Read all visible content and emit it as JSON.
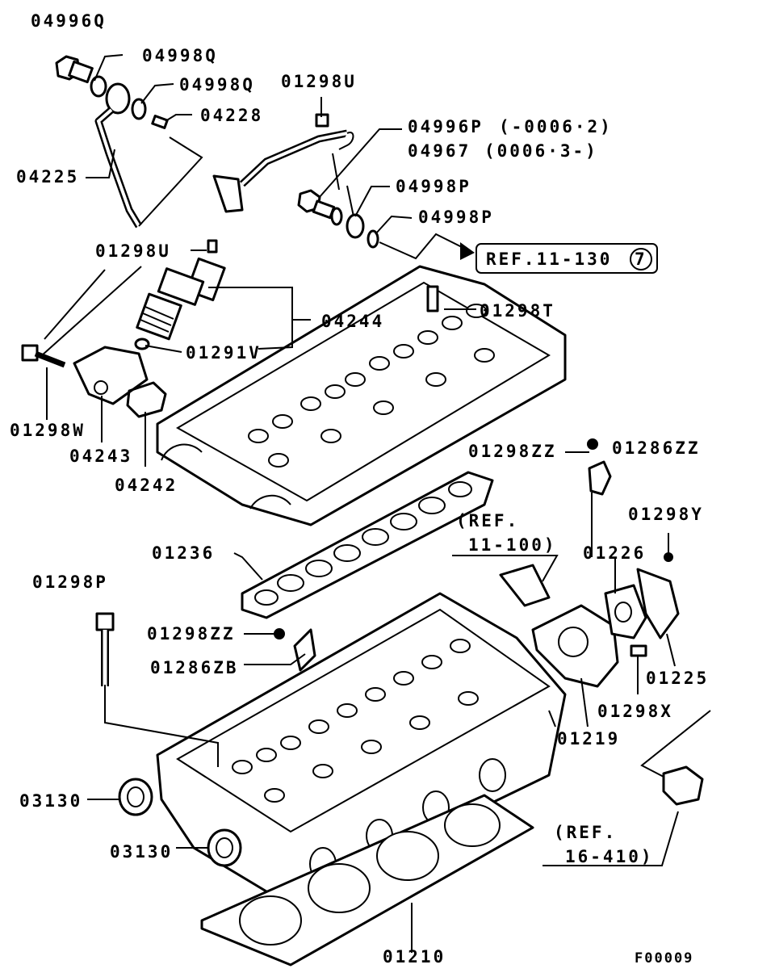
{
  "parts": {
    "p04996Q": "04996Q",
    "p04998Q_a": "04998Q",
    "p04998Q_b": "04998Q",
    "p04228": "04228",
    "p04225": "04225",
    "p01298U_a": "01298U",
    "p04996P": "04996P",
    "p04996P_range": "(-0006·2)",
    "p04967": "04967",
    "p04967_range": "(0006·3-)",
    "p04998P_a": "04998P",
    "p04998P_b": "04998P",
    "p01298U_b": "01298U",
    "p01298T": "01298T",
    "p04244": "04244",
    "p01291V": "01291V",
    "p01298W": "01298W",
    "p04243": "04243",
    "p04242": "04242",
    "p01298ZZ_a": "01298ZZ",
    "p01286ZZ": "01286ZZ",
    "p01298Y": "01298Y",
    "p01236": "01236",
    "p01226": "01226",
    "p01298P": "01298P",
    "p01298ZZ_b": "01298ZZ",
    "p01286ZB": "01286ZB",
    "p01225": "01225",
    "p01298X": "01298X",
    "p01219": "01219",
    "p03130_a": "03130",
    "p03130_b": "03130",
    "p01210": "01210"
  },
  "refs": {
    "ref_11_130": "REF.11-130",
    "ref_11_130_circle": "7",
    "ref_11_100_line1": "(REF.",
    "ref_11_100_line2": "11-100)",
    "ref_16_410_line1": "(REF.",
    "ref_16_410_line2": "16-410)"
  },
  "figure_code": "F00009"
}
